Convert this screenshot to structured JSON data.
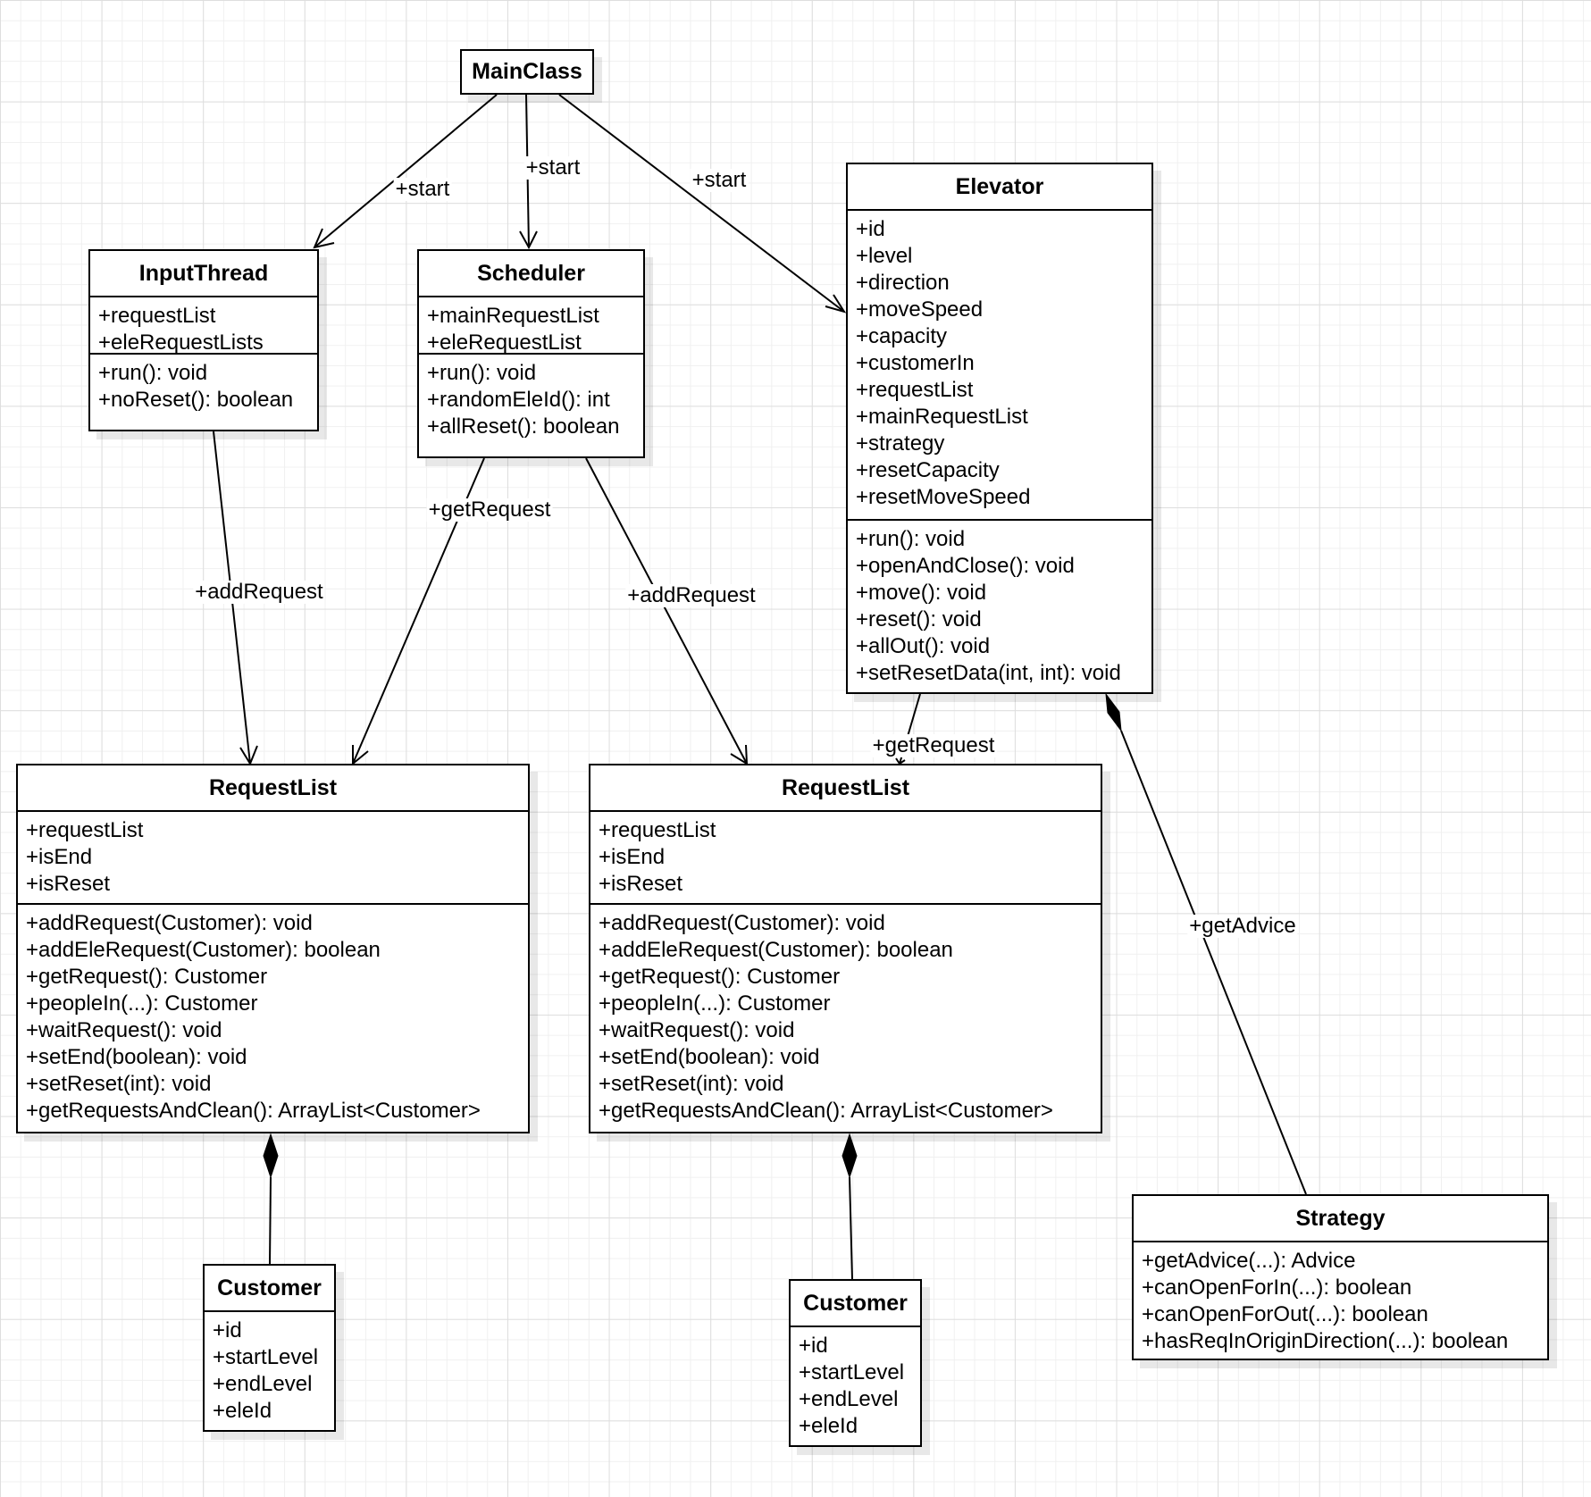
{
  "classes": {
    "main_class": {
      "name": "MainClass",
      "attributes": [],
      "methods": []
    },
    "input_thread": {
      "name": "InputThread",
      "attributes": [
        "+requestList",
        "+eleRequestLists"
      ],
      "methods": [
        "+run(): void",
        "+noReset(): boolean"
      ]
    },
    "scheduler": {
      "name": "Scheduler",
      "attributes": [
        "+mainRequestList",
        "+eleRequestList"
      ],
      "methods": [
        "+run(): void",
        "+randomEleId(): int",
        "+allReset(): boolean"
      ]
    },
    "elevator": {
      "name": "Elevator",
      "attributes": [
        "+id",
        "+level",
        "+direction",
        "+moveSpeed",
        "+capacity",
        "+customerIn",
        "+requestList",
        "+mainRequestList",
        "+strategy",
        "+resetCapacity",
        "+resetMoveSpeed"
      ],
      "methods": [
        "+run(): void",
        "+openAndClose(): void",
        "+move(): void",
        "+reset(): void",
        "+allOut(): void",
        "+setResetData(int, int): void"
      ]
    },
    "request_list_left": {
      "name": "RequestList",
      "attributes": [
        "+requestList",
        "+isEnd",
        "+isReset"
      ],
      "methods": [
        "+addRequest(Customer): void",
        "+addEleRequest(Customer): boolean",
        "+getRequest(): Customer",
        "+peopleIn(...): Customer",
        "+waitRequest(): void",
        "+setEnd(boolean): void",
        "+setReset(int): void",
        "+getRequestsAndClean(): ArrayList<Customer>"
      ]
    },
    "request_list_right": {
      "name": "RequestList",
      "attributes": [
        "+requestList",
        "+isEnd",
        "+isReset"
      ],
      "methods": [
        "+addRequest(Customer): void",
        "+addEleRequest(Customer): boolean",
        "+getRequest(): Customer",
        "+peopleIn(...): Customer",
        "+waitRequest(): void",
        "+setEnd(boolean): void",
        "+setReset(int): void",
        "+getRequestsAndClean(): ArrayList<Customer>"
      ]
    },
    "customer_left": {
      "name": "Customer",
      "attributes": [
        "+id",
        "+startLevel",
        "+endLevel",
        "+eleId"
      ],
      "methods": []
    },
    "customer_right": {
      "name": "Customer",
      "attributes": [
        "+id",
        "+startLevel",
        "+endLevel",
        "+eleId"
      ],
      "methods": []
    },
    "strategy": {
      "name": "Strategy",
      "attributes": [],
      "methods": [
        "+getAdvice(...): Advice",
        "+canOpenForIn(...): boolean",
        "+canOpenForOut(...): boolean",
        "+hasReqInOriginDirection(...): boolean"
      ]
    }
  },
  "relations": [
    {
      "id": "main-input",
      "from": "MainClass",
      "to": "InputThread",
      "kind": "association",
      "label": "+start"
    },
    {
      "id": "main-scheduler",
      "from": "MainClass",
      "to": "Scheduler",
      "kind": "association",
      "label": "+start"
    },
    {
      "id": "main-elevator",
      "from": "MainClass",
      "to": "Elevator",
      "kind": "association",
      "label": "+start"
    },
    {
      "id": "input-rl",
      "from": "InputThread",
      "to": "RequestList",
      "kind": "association",
      "label": "+addRequest"
    },
    {
      "id": "sched-rl-left",
      "from": "Scheduler",
      "to": "RequestList",
      "kind": "association",
      "label": "+getRequest"
    },
    {
      "id": "sched-rl-right",
      "from": "Scheduler",
      "to": "RequestList",
      "kind": "association",
      "label": "+addRequest"
    },
    {
      "id": "elev-rl-right",
      "from": "Elevator",
      "to": "RequestList",
      "kind": "association",
      "label": "+getRequest"
    },
    {
      "id": "elev-strategy",
      "from": "Elevator",
      "to": "Strategy",
      "kind": "composition",
      "label": "+getAdvice"
    },
    {
      "id": "rl-left-customer",
      "from": "RequestList",
      "to": "Customer",
      "kind": "composition",
      "label": ""
    },
    {
      "id": "rl-right-customer",
      "from": "RequestList",
      "to": "Customer",
      "kind": "composition",
      "label": ""
    }
  ],
  "colors": {
    "line": "#000000",
    "box_fill": "#ffffff",
    "grid": "#dedede"
  }
}
